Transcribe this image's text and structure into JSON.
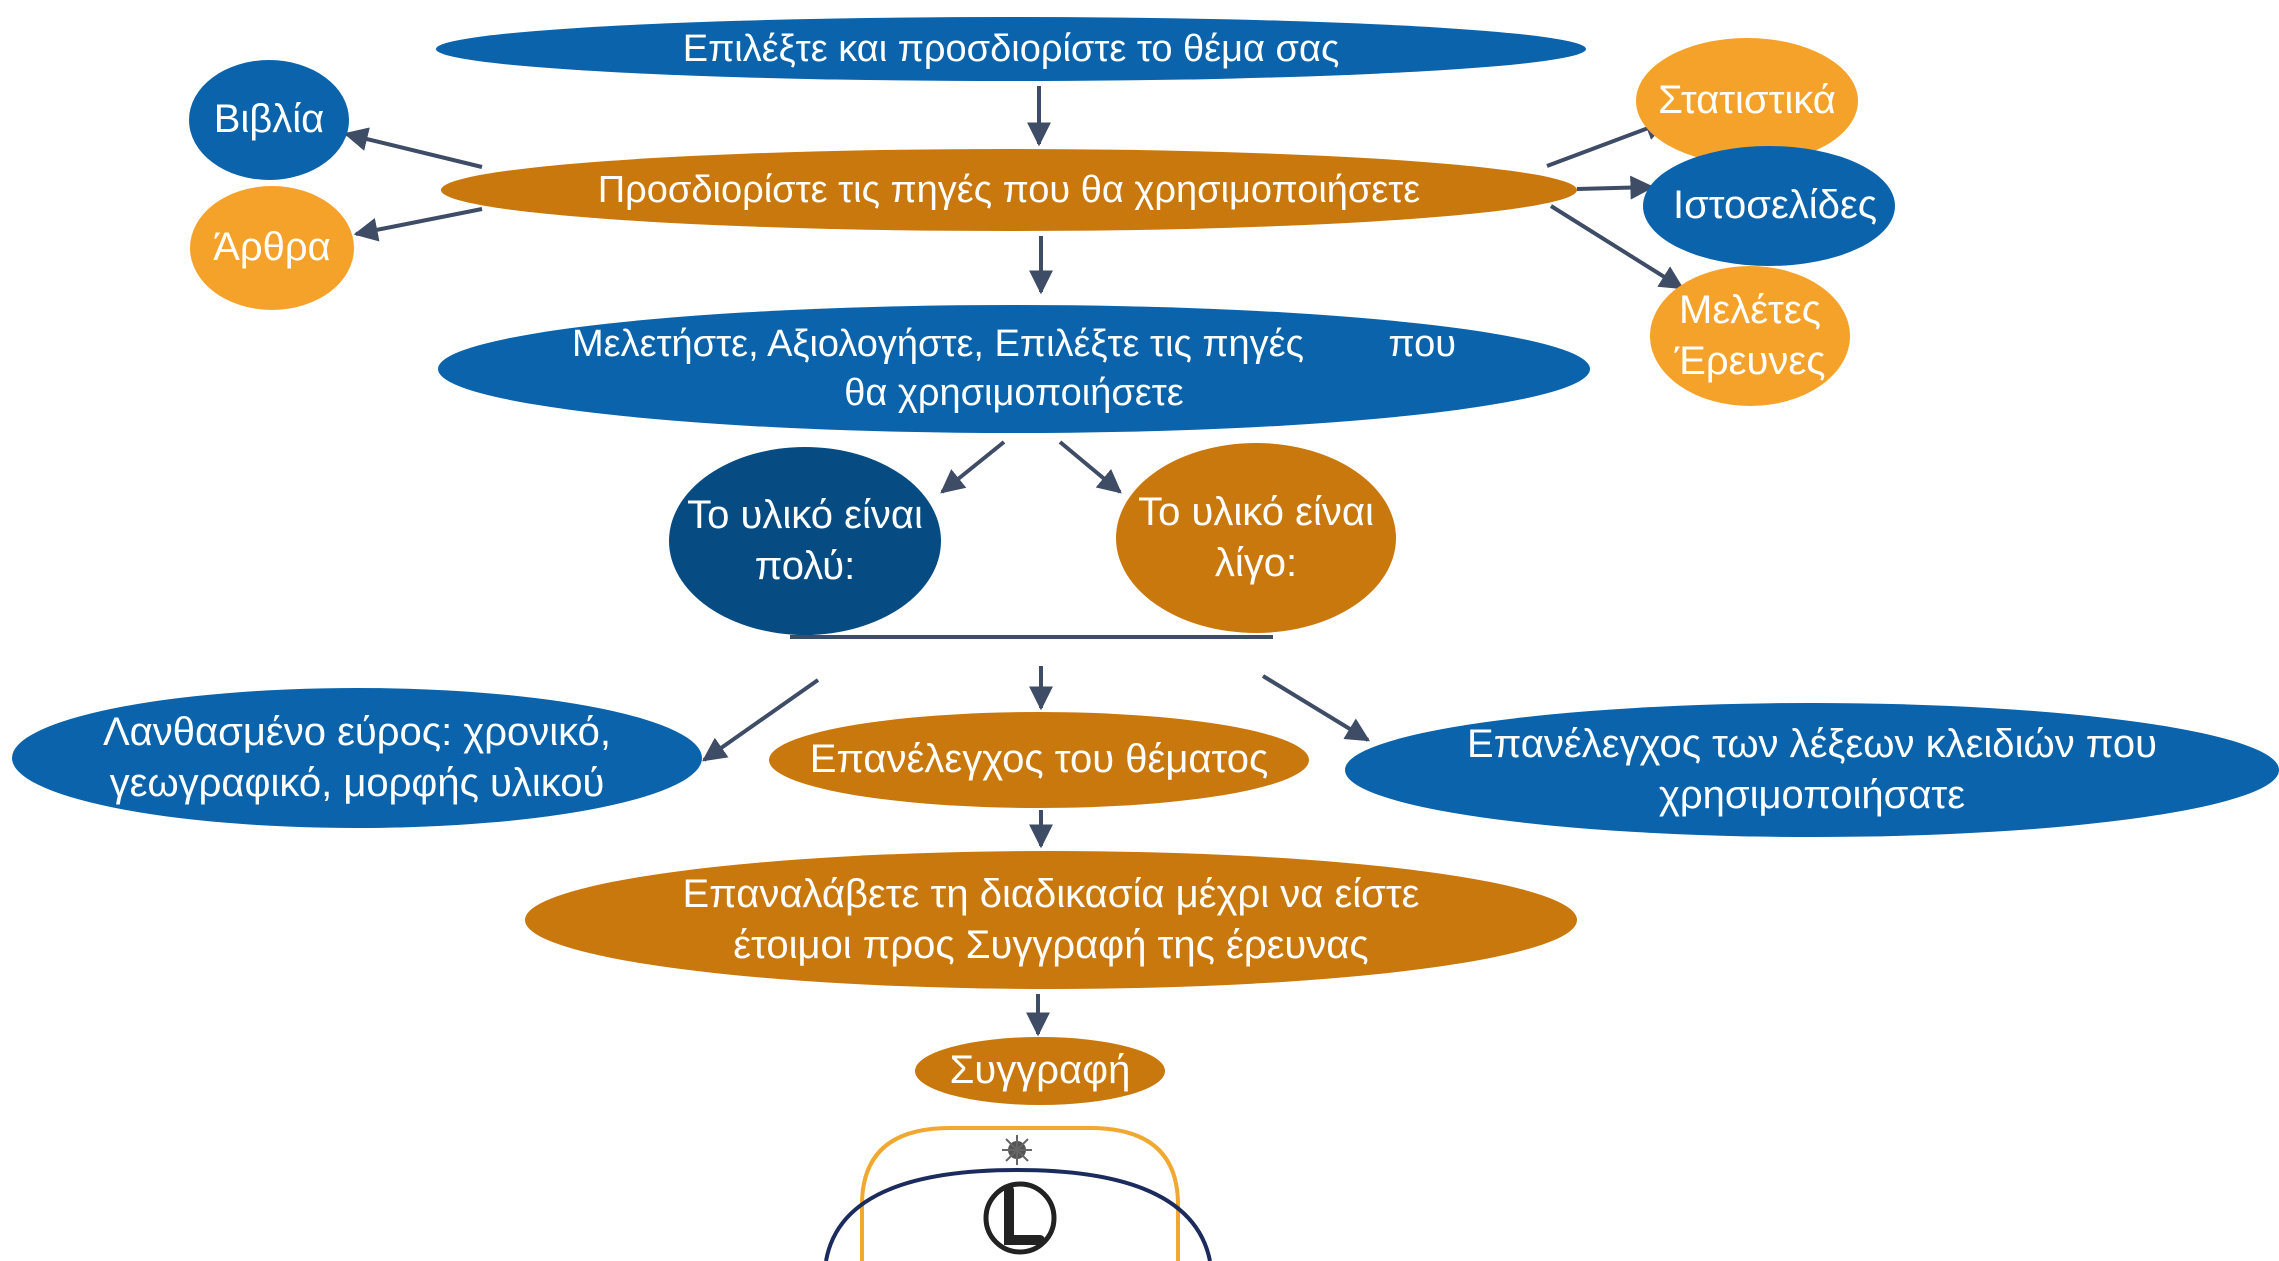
{
  "diagram": {
    "top": "Επιλέξτε και προσδιορίστε το θέμα σας",
    "sources": "Προσδιορίστε τις πηγές που θα χρησιμοποιήσετε",
    "books": "Βιβλία",
    "articles": "Άρθρα",
    "statistics": "Στατιστικά",
    "websites": "Ιστοσελίδες",
    "studies": "Μελέτες\nΈρευνες",
    "evaluate": "Μελετήστε, Αξιολογήστε, Επιλέξτε τις πηγές        που\nθα χρησιμοποιήσετε",
    "much": "Το υλικό είναι\nπολύ:",
    "little": "Το υλικό είναι\nλίγο:",
    "wrong_scope": "Λανθασμένο εύρος: χρονικό,\nγεωγραφικό, μορφής υλικού",
    "recheck_topic": "Επανέλεγχος του θέματος",
    "recheck_keywords": "Επανέλεγχος των λέξεων κλειδιών που\nχρησιμοποιήσατε",
    "repeat": "Επαναλάβετε τη διαδικασία μέχρι να είστε\nέτοιμοι προς Συγγραφή της έρευνας",
    "writing": "Συγγραφή"
  },
  "colors": {
    "blue": "#0a63ab",
    "dark_blue": "#064b82",
    "brown": "#c9780d",
    "orange": "#f5a22a",
    "arrow": "#3e4c66",
    "logo_outer": "#f0a830",
    "logo_inner": "#1c2b5e"
  },
  "logo": {
    "icons": [
      "sun-emblem-icon",
      "letter-l-logo-icon"
    ]
  }
}
